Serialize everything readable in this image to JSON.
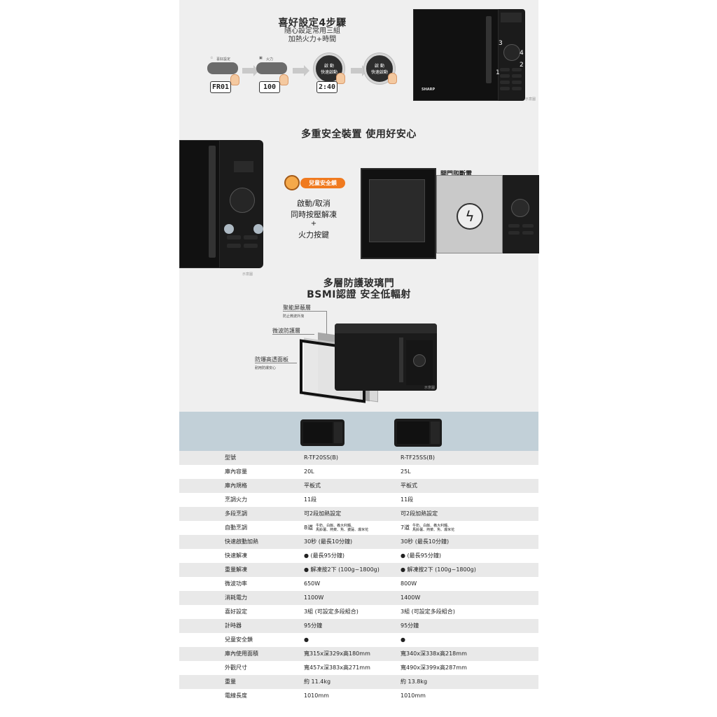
{
  "section1": {
    "title": "喜好設定4步驟",
    "sub1": "隨心設定常用三組",
    "sub2": "加熱火力+時間",
    "step1_label": "喜好設定",
    "step2_label": "火力",
    "lcd1": "FR01",
    "lcd2": "100",
    "lcd3": "2:40",
    "dial_text1": "啟 動",
    "dial_text2": "快速啟動",
    "numbers": [
      "3",
      "4",
      "2",
      "1"
    ],
    "brand": "SHARP",
    "note": "示意圖"
  },
  "section2": {
    "title": "多重安全裝置 使用好安心",
    "badge": "兒童安全鎖",
    "line1": "啟動/取消",
    "line2": "同時按壓解凍",
    "plus": "+",
    "line3": "火力按鍵",
    "door_label": "開門即斷電",
    "note": "示意圖"
  },
  "section3": {
    "title1": "多層防護玻璃門",
    "title2": "BSMI認證 安全低輻射",
    "layer1": "聚能屏蔽層",
    "layer1_sub": "防止微波外洩",
    "layer2": "微波防護層",
    "layer3": "防爆高透面板",
    "layer3_sub": "耐用防爆安心",
    "note": "示意圖"
  },
  "specs": {
    "rows": [
      {
        "k": "型號",
        "v1": "R-TF20SS(B)",
        "v2": "R-TF25SS(B)"
      },
      {
        "k": "庫內容量",
        "v1": "20L",
        "v2": "25L"
      },
      {
        "k": "庫內規格",
        "v1": "平板式",
        "v2": "平板式"
      },
      {
        "k": "烹調火力",
        "v1": "11段",
        "v2": "11段"
      },
      {
        "k": "多段烹調",
        "v1": "可2段加熱設定",
        "v2": "可2段加熱設定"
      },
      {
        "k": "自動烹調",
        "v1": "8道",
        "v2": "7道"
      },
      {
        "k": "快速啟動加熱",
        "v1": "30秒 (最長10分鐘)",
        "v2": "30秒 (最長10分鐘)"
      },
      {
        "k": "快速解凍",
        "v1": "● (最長95分鐘)",
        "v2": "● (最長95分鐘)"
      },
      {
        "k": "重量解凍",
        "v1": "● 解凍按2下 (100g~1800g)",
        "v2": "● 解凍按2下 (100g~1800g)"
      },
      {
        "k": "微波功率",
        "v1": "650W",
        "v2": "800W"
      },
      {
        "k": "消耗電力",
        "v1": "1100W",
        "v2": "1400W"
      },
      {
        "k": "喜好設定",
        "v1": "3組 (可設定多段組合)",
        "v2": "3組 (可設定多段組合)"
      },
      {
        "k": "計時器",
        "v1": "95分鐘",
        "v2": "95分鐘"
      },
      {
        "k": "兒童安全鎖",
        "v1": "●",
        "v2": "●"
      },
      {
        "k": "庫內使用面積",
        "v1": "寬315x深329x高180mm",
        "v2": "寬340x深338x高218mm"
      },
      {
        "k": "外觀尺寸",
        "v1": "寬457x深383x高271mm",
        "v2": "寬490x深399x高287mm"
      },
      {
        "k": "重量",
        "v1": "約 11.4kg",
        "v2": "約 13.8kg"
      },
      {
        "k": "電線長度",
        "v1": "1010mm",
        "v2": "1010mm"
      }
    ],
    "auto1_a": "牛奶、白飯、義大利麵、",
    "auto1_b": "馬鈴薯、熱菜、魚、披薩、爆米花",
    "auto2_a": "牛奶、白飯、義大利麵、",
    "auto2_b": "馬鈴薯、熱菜、魚、爆米花"
  },
  "colors": {
    "accent": "#f07a1f",
    "spec_header": "#c2d0d8",
    "row_alt": "#e9e9e9",
    "panel_bg": "#efefef"
  }
}
